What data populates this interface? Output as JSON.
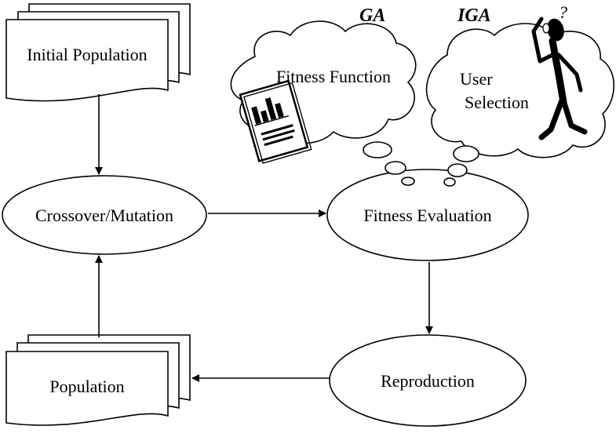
{
  "headings": {
    "ga": "GA",
    "iga": "IGA"
  },
  "nodes": {
    "initial_population": "Initial Population",
    "crossover_mutation": "Crossover/Mutation",
    "fitness_evaluation": "Fitness Evaluation",
    "reproduction": "Reproduction",
    "population": "Population"
  },
  "thought_clouds": {
    "fitness_function": "Fitness Function",
    "user_selection_line1": "User",
    "user_selection_line2": "Selection"
  },
  "figure_marks": {
    "question_mark": "?"
  },
  "icons": {
    "document": "chart-document-icon",
    "person": "thinking-person-icon"
  }
}
